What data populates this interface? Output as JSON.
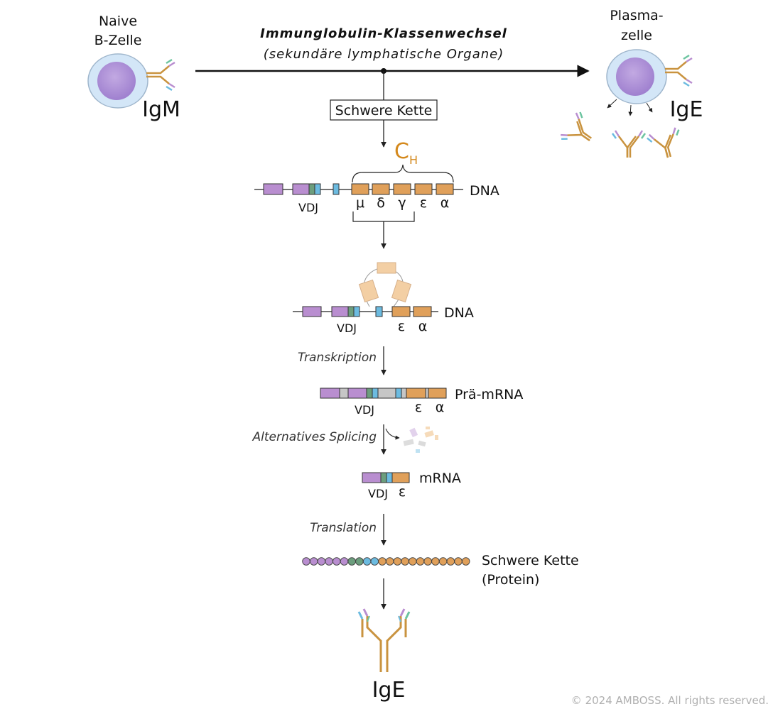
{
  "title": "Immunglobulin-Klassenwechsel",
  "subtitle": "(sekundäre lymphatische Organe)",
  "naive_cell": {
    "line1": "Naive",
    "line2": "B-Zelle",
    "isotype": "IgM"
  },
  "plasma_cell": {
    "line1": "Plasma-",
    "line2": "zelle",
    "isotype": "IgE"
  },
  "heavy_chain_box": "Schwere Kette",
  "ch_label": "C",
  "ch_sub": "H",
  "dna1": {
    "label": "DNA",
    "vdj": "VDJ",
    "segments": [
      "μ",
      "δ",
      "γ",
      "ε",
      "α"
    ]
  },
  "dna2": {
    "label": "DNA",
    "vdj": "VDJ",
    "segments": [
      "ε",
      "α"
    ]
  },
  "transcription": "Transkription",
  "pre_mrna": {
    "label": "Prä-mRNA",
    "vdj": "VDJ",
    "segments": [
      "ε",
      "α"
    ]
  },
  "splicing": "Alternatives Splicing",
  "mrna": {
    "label": "mRNA",
    "vdj": "VDJ",
    "segments": [
      "ε"
    ]
  },
  "translation": "Translation",
  "protein": {
    "line1": "Schwere Kette",
    "line2": "(Protein)"
  },
  "final_isotype": "IgE",
  "copyright": "© 2024 AMBOSS. All rights reserved.",
  "colors": {
    "purple": "#b98ed0",
    "green": "#6c9e7d",
    "blue": "#6cbbe0",
    "orange": "#e0a05a",
    "gray": "#c6c6c6",
    "cell_fill": "#d3e6f7",
    "nucleus": "#a88bd4",
    "accent_text": "#d4891d"
  }
}
